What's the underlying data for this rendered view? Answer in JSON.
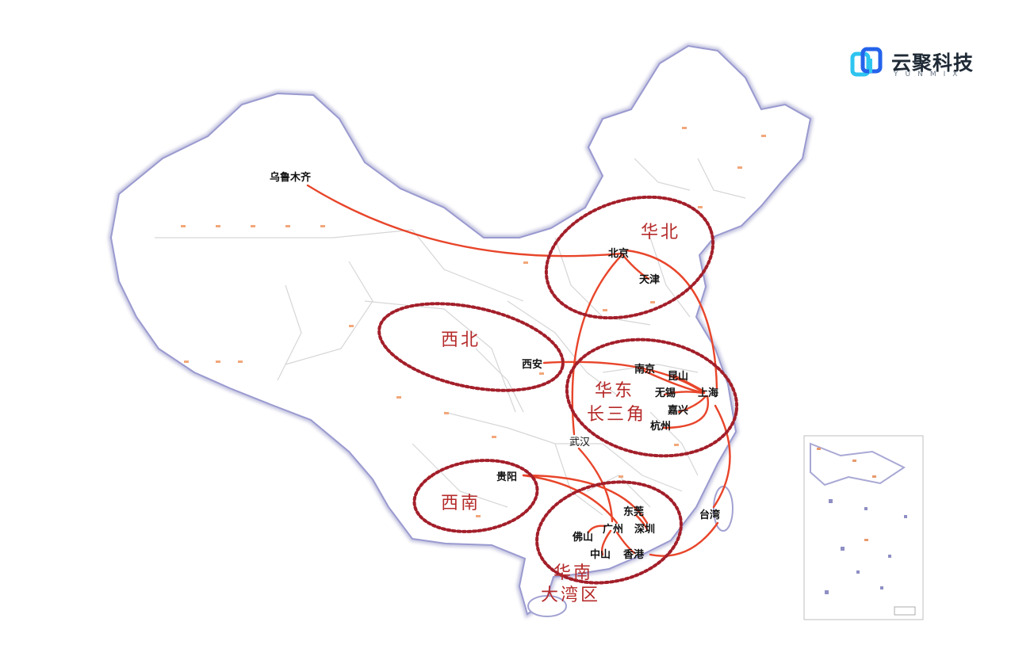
{
  "logo": {
    "name": "云聚科技",
    "sub": "YUNMIX",
    "colors": {
      "cyan": "#2ec4f0",
      "blue": "#2563eb"
    }
  },
  "regions": {
    "north": "华北",
    "northwest": "西北",
    "southwest": "西南",
    "east_1": "华东",
    "east_2": "长三角",
    "south_1": "华南",
    "south_2": "大湾区"
  },
  "cities": {
    "urumqi": "乌鲁木齐",
    "beijing": "北京",
    "tianjin": "天津",
    "xian": "西安",
    "nanjing": "南京",
    "kunshan": "昆山",
    "wuxi": "无锡",
    "shanghai": "上海",
    "jiaxing": "嘉兴",
    "hangzhou": "杭州",
    "wuhan": "武汉",
    "guiyang": "贵阳",
    "dongguan": "东莞",
    "guangzhou": "广州",
    "shenzhen": "深圳",
    "foshan": "佛山",
    "zhongshan": "中山",
    "hongkong": "香港",
    "taiwan": "台湾"
  },
  "style": {
    "route_color": "#e8452a",
    "region_ellipse_color": "#a31f2a",
    "map_border": "#8f8fc4",
    "inner_border": "#d9d9d9"
  }
}
